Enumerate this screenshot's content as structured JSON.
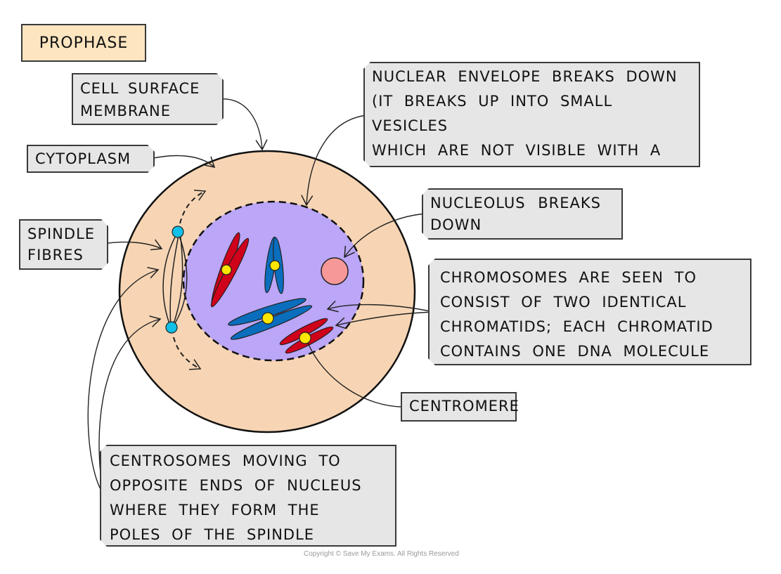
{
  "title": "PROPHASE",
  "labels": {
    "cell_surface_membrane": "CELL SURFACE\nMEMBRANE",
    "cytoplasm": "CYTOPLASM",
    "spindle_fibres": "SPINDLE\nFIBRES",
    "nuclear_envelope": "NUCLEAR ENVELOPE BREAKS DOWN\n(IT BREAKS UP INTO SMALL VESICLES\nWHICH ARE NOT VISIBLE WITH A\nLIGHT MICROSCOPE)",
    "nucleolus": "NUCLEOLUS BREAKS\nDOWN",
    "chromosomes": "CHROMOSOMES ARE SEEN TO\nCONSIST OF TWO IDENTICAL\nCHROMATIDS; EACH CHROMATID\nCONTAINS ONE DNA MOLECULE",
    "centromere": "CENTROMERE",
    "centrosomes": "CENTROSOMES MOVING TO\nOPPOSITE ENDS OF NUCLEUS\nWHERE THEY FORM THE\nPOLES OF THE SPINDLE"
  },
  "copyright": "Copyright © Save My Exams. All Rights Reserved",
  "colors": {
    "cytoplasm": "#f7d5b4",
    "nucleus": "#bba6f7",
    "chromosome_red": "#d0021b",
    "chromosome_blue": "#0a6ebd",
    "centromere": "#ffe600",
    "centrosome": "#10c0e8",
    "nucleolus": "#f79898",
    "label_bg": "#e6e6e6",
    "title_bg": "#fde5c0"
  }
}
